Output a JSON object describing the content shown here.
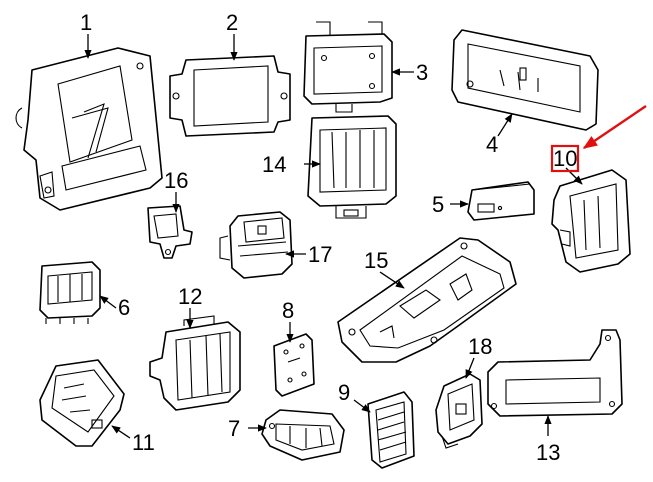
{
  "callouts": [
    {
      "id": "1",
      "label": "1"
    },
    {
      "id": "2",
      "label": "2"
    },
    {
      "id": "3",
      "label": "3"
    },
    {
      "id": "4",
      "label": "4"
    },
    {
      "id": "5",
      "label": "5"
    },
    {
      "id": "6",
      "label": "6"
    },
    {
      "id": "7",
      "label": "7"
    },
    {
      "id": "8",
      "label": "8"
    },
    {
      "id": "9",
      "label": "9"
    },
    {
      "id": "10",
      "label": "10"
    },
    {
      "id": "11",
      "label": "11"
    },
    {
      "id": "12",
      "label": "12"
    },
    {
      "id": "13",
      "label": "13"
    },
    {
      "id": "14",
      "label": "14"
    },
    {
      "id": "15",
      "label": "15"
    },
    {
      "id": "16",
      "label": "16"
    },
    {
      "id": "17",
      "label": "17"
    },
    {
      "id": "18",
      "label": "18"
    }
  ],
  "highlight": {
    "callout": "10",
    "color": "#e01010"
  }
}
